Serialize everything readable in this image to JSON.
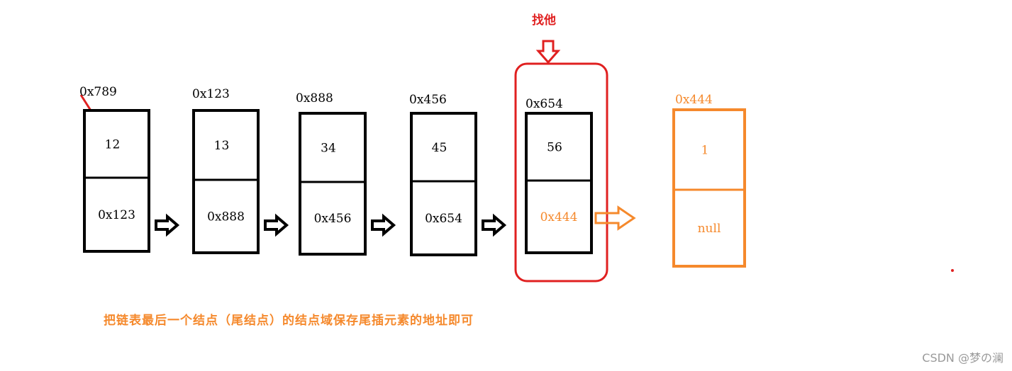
{
  "nodes": [
    {
      "address": "0x789",
      "value": "12",
      "next": "0x123"
    },
    {
      "address": "0x123",
      "value": "13",
      "next": "0x888"
    },
    {
      "address": "0x888",
      "value": "34",
      "next": "0x456"
    },
    {
      "address": "0x456",
      "value": "45",
      "next": "0x654"
    },
    {
      "address": "0x654",
      "value": "56",
      "next": "0x444"
    },
    {
      "address": "0x444",
      "value": "1",
      "next": "null"
    }
  ],
  "callout_label": "找他",
  "caption": "把链表最后一个结点（尾结点）的结点域保存尾插元素的地址即可",
  "watermark": "CSDN @梦の澜",
  "colors": {
    "node": "#000000",
    "new_node": "#f5892c",
    "highlight": "#e02020"
  }
}
